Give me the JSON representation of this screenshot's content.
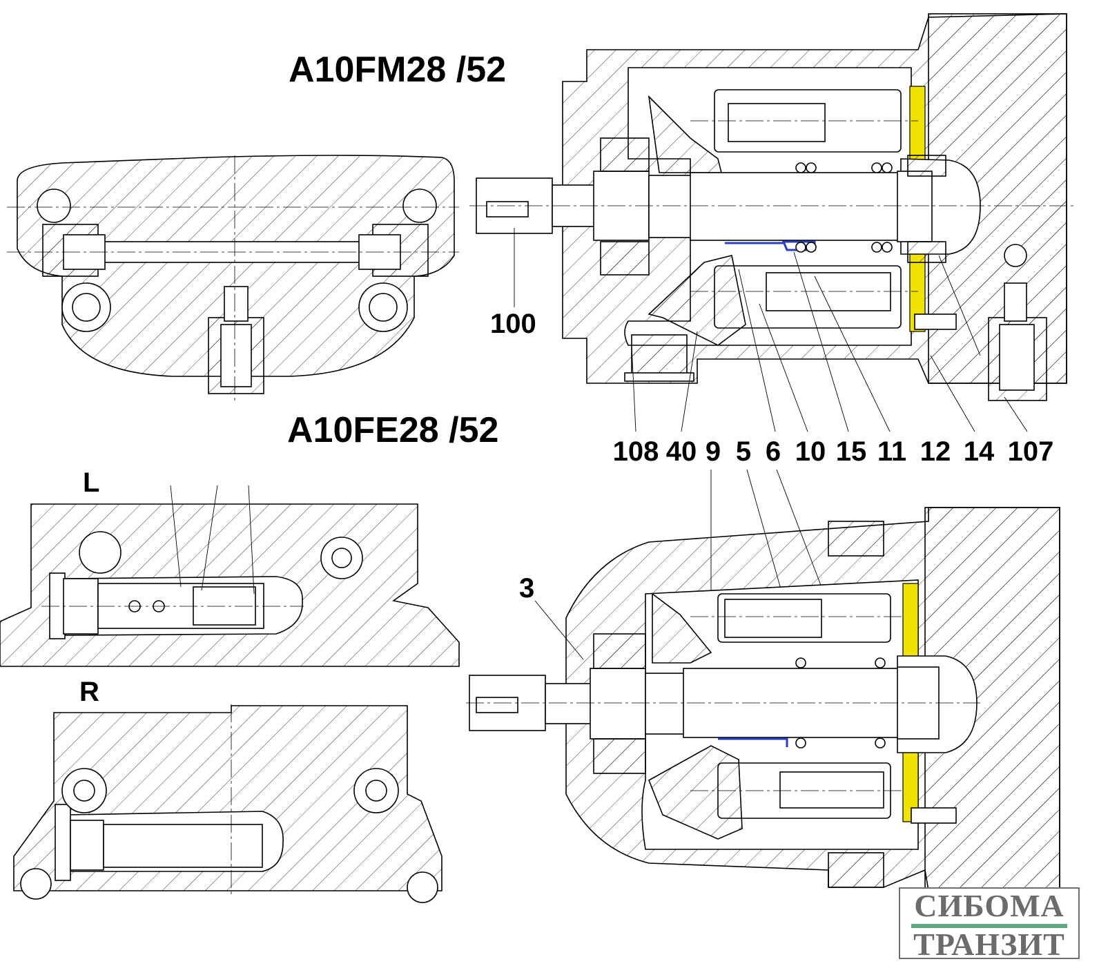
{
  "titles": {
    "fm": "A10FM28 /52",
    "fe": "A10FE28 /52"
  },
  "view_labels": {
    "left": "L",
    "right": "R"
  },
  "callouts": {
    "shaft": "100",
    "bottom_row": [
      "108",
      "40",
      "9",
      "5",
      "6",
      "10",
      "15",
      "11",
      "12",
      "14",
      "107"
    ],
    "lower_pump": "3"
  },
  "logo": {
    "line1": "СИБОМА",
    "line2": "ТРАНЗИТ"
  },
  "colors": {
    "valve_plate": "#f2e200",
    "seal": "#2a3fb8",
    "logo_text": "#6b6b6e",
    "logo_bar": "#5ea97f"
  }
}
